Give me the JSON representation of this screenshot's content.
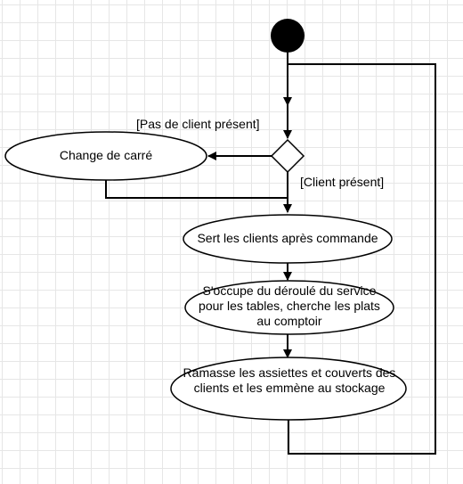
{
  "diagram": {
    "type": "activity",
    "nodes": {
      "start": "",
      "change_carre": "Change de carré",
      "sert_clients": "Sert les clients après commande",
      "occupe": "S'occupe du déroulé du service pour les tables, cherche les plats au comptoir",
      "ramasse": "Ramasse les assiettes et couverts des clients et les emmène au stockage"
    },
    "guards": {
      "pas_client": "[Pas de client présent]",
      "client": "[Client présent]"
    },
    "colors": {
      "line": "#000000",
      "node_fill": "#ffffff",
      "start_fill": "#000000",
      "grid": "#e6e6e6"
    }
  }
}
